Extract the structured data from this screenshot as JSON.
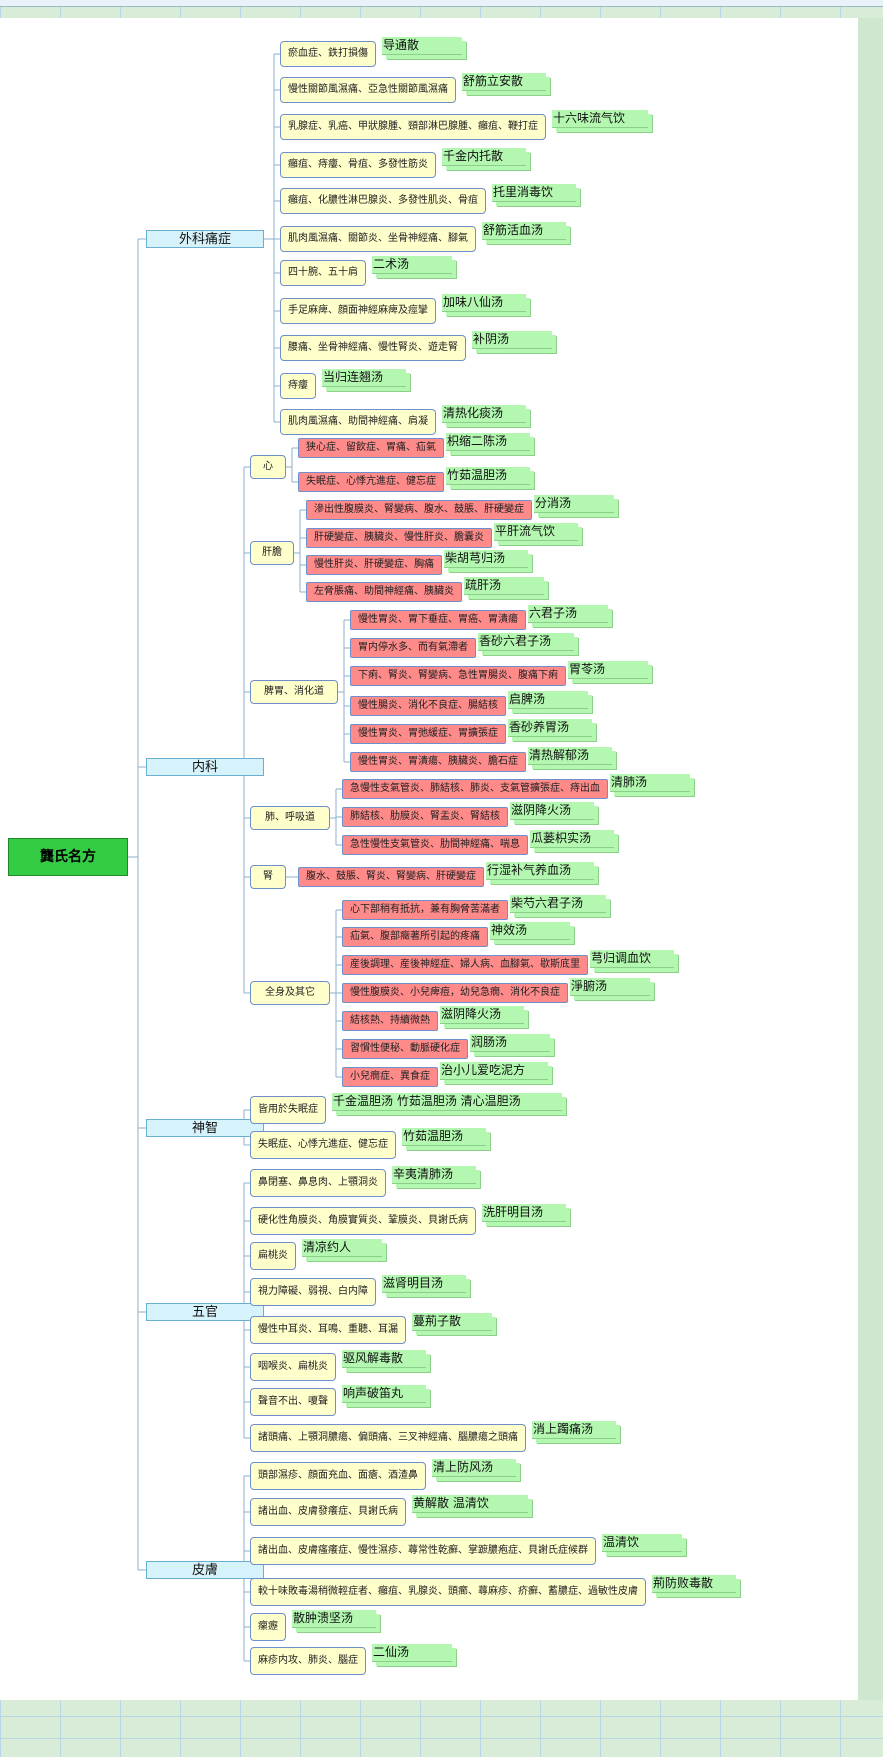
{
  "root": "龔氏名方",
  "tree": [
    {
      "label": "外科痛症",
      "children": [
        {
          "label": "瘀血症、鉄打損傷",
          "rx": "导通散"
        },
        {
          "label": "慢性關節風濕痛、亞急性關節風濕痛",
          "rx": "舒筋立安散"
        },
        {
          "label": "乳腺症、乳癌、甲狀腺腫、頸部淋巴腺腫、癰疽、鞭打症",
          "rx": "十六味流气饮"
        },
        {
          "label": "癰疽、痔瘻、骨疽、多發性筋炎",
          "rx": "千金内托散"
        },
        {
          "label": "癰疽、化膿性淋巴腺炎、多發性肌炎、骨疽",
          "rx": "托里消毒饮"
        },
        {
          "label": "肌肉風濕痛、關節炎、坐骨神經痛、腳氣",
          "rx": "舒筋活血汤"
        },
        {
          "label": "四十腕、五十肩",
          "rx": "二术汤"
        },
        {
          "label": "手足麻痺、顔面神經麻痺及痙攣",
          "rx": "加味八仙汤"
        },
        {
          "label": "腰痛、坐骨神經痛、慢性腎炎、遊走腎",
          "rx": "补阴汤"
        },
        {
          "label": "痔瘻",
          "rx": "当归连翘汤"
        },
        {
          "label": "肌肉風濕痛、助間神經痛、肩凝",
          "rx": "清热化痰汤"
        }
      ]
    },
    {
      "label": "内科",
      "children": [
        {
          "label": "心",
          "children": [
            {
              "label": "狭心症、留飲症、胃痛、疝氣",
              "rx": "枳缩二陈汤"
            },
            {
              "label": "失眠症、心悸亢進症、健忘症",
              "rx": "竹茹温胆汤"
            }
          ]
        },
        {
          "label": "肝膽",
          "children": [
            {
              "label": "滲出性腹膜炎、腎變病、腹水、鼓脹、肝硬變症",
              "rx": "分消汤"
            },
            {
              "label": "肝硬變症、胰臟炎、慢性肝炎、膽囊炎",
              "rx": "平肝流气饮"
            },
            {
              "label": "慢性肝炎、肝硬變症、胸痛",
              "rx": "柴胡芎归汤"
            },
            {
              "label": "左脅脹痛、助間神經痛、胰臟炎",
              "rx": "疏肝汤"
            }
          ]
        },
        {
          "label": "脾胃、消化道",
          "children": [
            {
              "label": "慢性胃炎、胃下垂症、胃癌、胃潰瘍",
              "rx": "六君子汤"
            },
            {
              "label": "胃内停水多、而有氣滯者",
              "rx": "香砂六君子汤"
            },
            {
              "label": "下痢、腎炎、腎變病、急性胃腸炎、腹痛下痢",
              "rx": "胃苓汤"
            },
            {
              "label": "慢性腸炎、消化不良症、腸結核",
              "rx": "启脾汤"
            },
            {
              "label": "慢性胃炎、胃弛緩症、胃擴張症",
              "rx": "香砂养胃汤"
            },
            {
              "label": "慢性胃炎、胃潰瘍、胰臟炎、膽石症",
              "rx": "清热解郁汤"
            }
          ]
        },
        {
          "label": "肺、呼吸道",
          "children": [
            {
              "label": "急慢性支氣管炎、肺結核、肺炎、支氣管擴張症、痔出血",
              "rx": "清肺汤"
            },
            {
              "label": "肺結核、肋膜炎、腎盂炎、腎結核",
              "rx": "滋阴降火汤"
            },
            {
              "label": "急性慢性支氣管炎、肋間神經痛、喘息",
              "rx": "瓜蒌枳实汤"
            }
          ]
        },
        {
          "label": "腎",
          "children": [
            {
              "label": "腹水、鼓脹、腎炎、腎變病、肝硬變症",
              "rx": "行湿补气养血汤"
            }
          ]
        },
        {
          "label": "全身及其它",
          "children": [
            {
              "label": "心下部稍有抵抗，兼有胸脅苦滿者",
              "rx": "柴芍六君子汤"
            },
            {
              "label": "疝氣、腹部癥著所引起的疼痛",
              "rx": "神效汤"
            },
            {
              "label": "産後調理、産後神經症、婦人病、血腳氣、歇斯底里",
              "rx": "芎归调血饮"
            },
            {
              "label": "慢性腹膜炎、小兒痺痘，幼兒急癇、消化不良症",
              "rx": "淨腑汤"
            },
            {
              "label": "結核熱、持續微熱",
              "rx": "滋阴降火汤"
            },
            {
              "label": "習慣性便秘、動脈硬化症",
              "rx": "润肠汤"
            },
            {
              "label": "小兒癇症、異食症",
              "rx": "治小儿爱吃泥方"
            }
          ]
        }
      ]
    },
    {
      "label": "神智",
      "children": [
        {
          "label": "皆用於失眠症",
          "rx": "千金温胆汤  竹茹温胆汤  清心温胆汤"
        },
        {
          "label": "失眠症、心悸亢進症、健忘症",
          "rx": "竹茹温胆汤"
        }
      ]
    },
    {
      "label": "五官",
      "children": [
        {
          "label": "鼻閉塞、鼻息肉、上顎洞炎",
          "rx": "辛夷清肺汤"
        },
        {
          "label": "硬化性角膜炎、角膜實質炎、鞏膜炎、貝謝氏病",
          "rx": "洗肝明目汤"
        },
        {
          "label": "扁桃炎",
          "rx": "清凉约人"
        },
        {
          "label": "視力障礙、弱視、白内障",
          "rx": "滋肾明目汤"
        },
        {
          "label": "慢性中耳炎、耳鳴、重聽、耳漏",
          "rx": "蔓荊子散"
        },
        {
          "label": "咽喉炎、扁桃炎",
          "rx": "驱风解毒散"
        },
        {
          "label": "聲音不出、嗄聲",
          "rx": "响声破笛丸"
        },
        {
          "label": "諸頭痛、上顎洞膿瘍、偏頭痛、三叉神經痛、腦膿瘍之頭痛",
          "rx": "消上躅痛汤"
        }
      ]
    },
    {
      "label": "皮膚",
      "children": [
        {
          "label": "頭部濕疹、顔面充血、面瘡、酒渣鼻",
          "rx": "清上防风汤"
        },
        {
          "label": "諸出血、皮膚發癢症、貝謝氏病",
          "rx": "黄解散   温清饮"
        },
        {
          "label": "諸出血、皮膚瘙癢症、慢性濕疹、蕁常性乾癬、掌蹠膿疱症、貝謝氏症候群",
          "rx": "温清饮"
        },
        {
          "label": "較十味敗毒湯稍微輕症者、癰疽、乳腺炎、頭癤、蕁麻疹、疥癬、蓄膿症、過敏性皮膚",
          "rx": "荊防败毒散"
        },
        {
          "label": "瘰癧",
          "rx": "散肿溃坚汤"
        },
        {
          "label": "麻疹内攻、肺炎、腦症",
          "rx": "二仙汤"
        }
      ]
    }
  ]
}
